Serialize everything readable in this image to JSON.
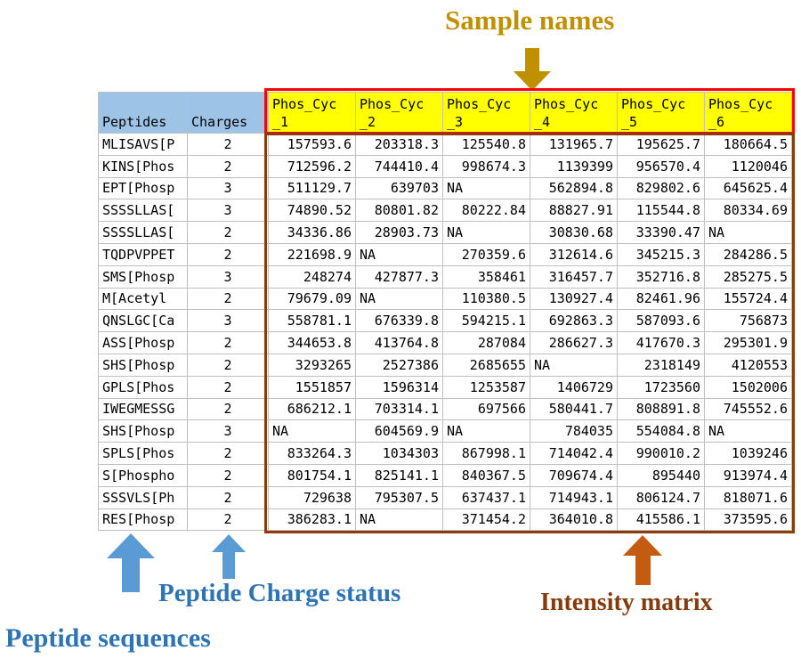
{
  "annotations": {
    "sample_names": "Sample names",
    "peptide_sequences": "Peptide sequences",
    "peptide_charge_status": "Peptide Charge status",
    "intensity_matrix": "Intensity matrix"
  },
  "colors": {
    "header_blue": "#9DC3E6",
    "header_yellow": "#FFFF00",
    "red_border": "#FF0000",
    "matrix_border": "#8B3A08",
    "gold": "#BF9000",
    "blue_text": "#2E74B5",
    "blue_arrow": "#5B9BD5",
    "orange_arrow": "#C55A11",
    "brown_text": "#843C0C",
    "grid_line": "#C0C0C0"
  },
  "table": {
    "peptides_header": "Peptides",
    "charges_header": "Charges",
    "sample_headers": [
      "Phos_Cyc\n_1",
      "Phos_Cyc\n_2",
      "Phos_Cyc\n_3",
      "Phos_Cyc\n_4",
      "Phos_Cyc\n_5",
      "Phos_Cyc\n_6"
    ],
    "rows": [
      {
        "peptide": "MLISAVS[P",
        "charge": "2",
        "values": [
          "157593.6",
          "203318.3",
          "125540.8",
          "131965.7",
          "195625.7",
          "180664.5"
        ]
      },
      {
        "peptide": "KINS[Phos",
        "charge": "2",
        "values": [
          "712596.2",
          "744410.4",
          "998674.3",
          "1139399",
          "956570.4",
          "1120046"
        ]
      },
      {
        "peptide": "EPT[Phosp",
        "charge": "3",
        "values": [
          "511129.7",
          "639703",
          "NA",
          "562894.8",
          "829802.6",
          "645625.4"
        ]
      },
      {
        "peptide": "SSSSLLAS[",
        "charge": "3",
        "values": [
          "74890.52",
          "80801.82",
          "80222.84",
          "88827.91",
          "115544.8",
          "80334.69"
        ]
      },
      {
        "peptide": "SSSSLLAS[",
        "charge": "2",
        "values": [
          "34336.86",
          "28903.73",
          "NA",
          "30830.68",
          "33390.47",
          "NA"
        ]
      },
      {
        "peptide": "TQDPVPPET",
        "charge": "2",
        "values": [
          "221698.9",
          "NA",
          "270359.6",
          "312614.6",
          "345215.3",
          "284286.5"
        ]
      },
      {
        "peptide": "SMS[Phosp",
        "charge": "3",
        "values": [
          "248274",
          "427877.3",
          "358461",
          "316457.7",
          "352716.8",
          "285275.5"
        ]
      },
      {
        "peptide": "M[Acetyl",
        "charge": "2",
        "values": [
          "79679.09",
          "NA",
          "110380.5",
          "130927.4",
          "82461.96",
          "155724.4"
        ]
      },
      {
        "peptide": "QNSLGC[Ca",
        "charge": "3",
        "values": [
          "558781.1",
          "676339.8",
          "594215.1",
          "692863.3",
          "587093.6",
          "756873"
        ]
      },
      {
        "peptide": "ASS[Phosp",
        "charge": "2",
        "values": [
          "344653.8",
          "413764.8",
          "287084",
          "286627.3",
          "417670.3",
          "295301.9"
        ]
      },
      {
        "peptide": "SHS[Phosp",
        "charge": "2",
        "values": [
          "3293265",
          "2527386",
          "2685655",
          "NA",
          "2318149",
          "4120553"
        ]
      },
      {
        "peptide": "GPLS[Phos",
        "charge": "2",
        "values": [
          "1551857",
          "1596314",
          "1253587",
          "1406729",
          "1723560",
          "1502006"
        ]
      },
      {
        "peptide": "IWEGMESSG",
        "charge": "2",
        "values": [
          "686212.1",
          "703314.1",
          "697566",
          "580441.7",
          "808891.8",
          "745552.6"
        ]
      },
      {
        "peptide": "SHS[Phosp",
        "charge": "3",
        "values": [
          "NA",
          "604569.9",
          "NA",
          "784035",
          "554084.8",
          "NA"
        ]
      },
      {
        "peptide": "SPLS[Phos",
        "charge": "2",
        "values": [
          "833264.3",
          "1034303",
          "867998.1",
          "714042.4",
          "990010.2",
          "1039246"
        ]
      },
      {
        "peptide": "S[Phospho",
        "charge": "2",
        "values": [
          "801754.1",
          "825141.1",
          "840367.5",
          "709674.4",
          "895440",
          "913974.4"
        ]
      },
      {
        "peptide": "SSSVLS[Ph",
        "charge": "2",
        "values": [
          "729638",
          "795307.5",
          "637437.1",
          "714943.1",
          "806124.7",
          "818071.6"
        ]
      },
      {
        "peptide": "RES[Phosp",
        "charge": "2",
        "values": [
          "386283.1",
          "NA",
          "371454.2",
          "364010.8",
          "415586.1",
          "373595.6"
        ]
      }
    ]
  }
}
